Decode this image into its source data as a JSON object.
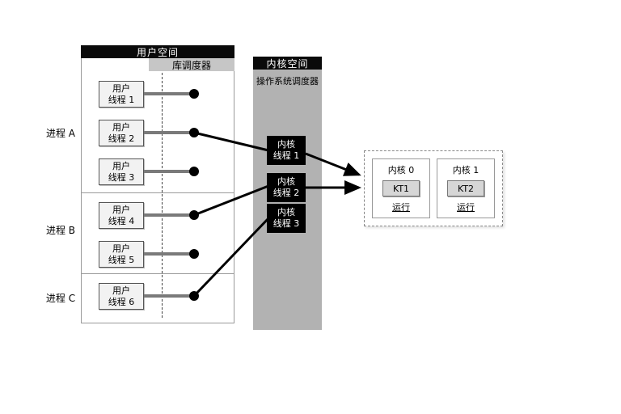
{
  "user_space": {
    "title": "用户空间",
    "scheduler_label": "库调度器"
  },
  "processes": [
    {
      "label": "进程 A"
    },
    {
      "label": "进程 B"
    },
    {
      "label": "进程 C"
    }
  ],
  "user_threads": [
    {
      "label": "用户\n线程 1"
    },
    {
      "label": "用户\n线程 2"
    },
    {
      "label": "用户\n线程 3"
    },
    {
      "label": "用户\n线程 4"
    },
    {
      "label": "用户\n线程 5"
    },
    {
      "label": "用户\n线程 6"
    }
  ],
  "kernel_space": {
    "title": "内核空间",
    "scheduler_label": "操作系统调度器"
  },
  "kernel_threads": [
    {
      "label": "内核\n线程 1"
    },
    {
      "label": "内核\n线程 2"
    },
    {
      "label": "内核\n线程 3"
    }
  ],
  "cores": [
    {
      "label": "内核 0",
      "thread": "KT1",
      "status": "运行"
    },
    {
      "label": "内核 1",
      "thread": "KT2",
      "status": "运行"
    }
  ],
  "colors": {
    "header_bg": "#0a0a0a",
    "scheduler_bar": "#c6c6c6",
    "kernel_column": "#b2b2b2",
    "connector": "#7a7a7a",
    "dot": "#000000"
  }
}
